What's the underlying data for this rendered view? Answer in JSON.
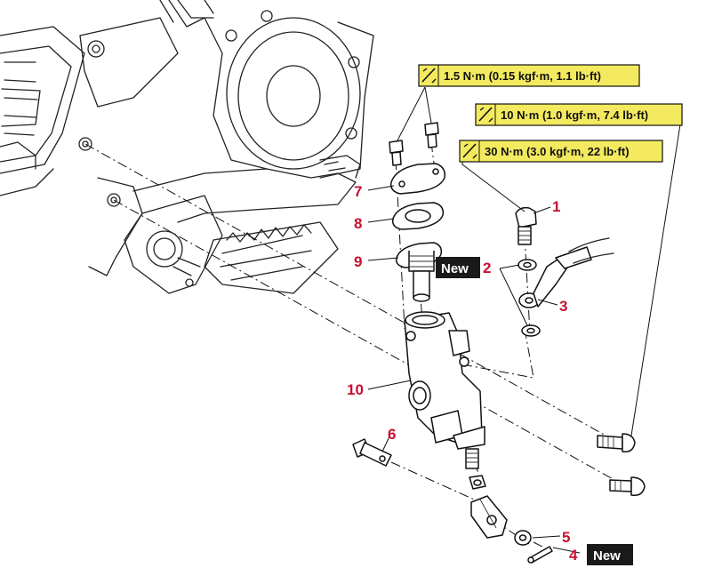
{
  "colors": {
    "torque_box_fill": "#f3ea5f",
    "callout_color": "#c8102e",
    "new_badge_fill": "#1a1a1a",
    "line_color": "#111111"
  },
  "icons": {
    "torque_wrench": "torque-wrench-icon"
  },
  "torque_specs": [
    {
      "id": "t1",
      "text": "1.5 N·m (0.15 kgf·m, 1.1 lb·ft)"
    },
    {
      "id": "t2",
      "text": "10 N·m (1.0 kgf·m, 7.4 lb·ft)"
    },
    {
      "id": "t3",
      "text": "30 N·m (3.0 kgf·m, 22 lb·ft)"
    }
  ],
  "callouts": [
    "1",
    "2",
    "3",
    "4",
    "5",
    "6",
    "7",
    "8",
    "9",
    "10"
  ],
  "new_badges": [
    "New",
    "New"
  ]
}
